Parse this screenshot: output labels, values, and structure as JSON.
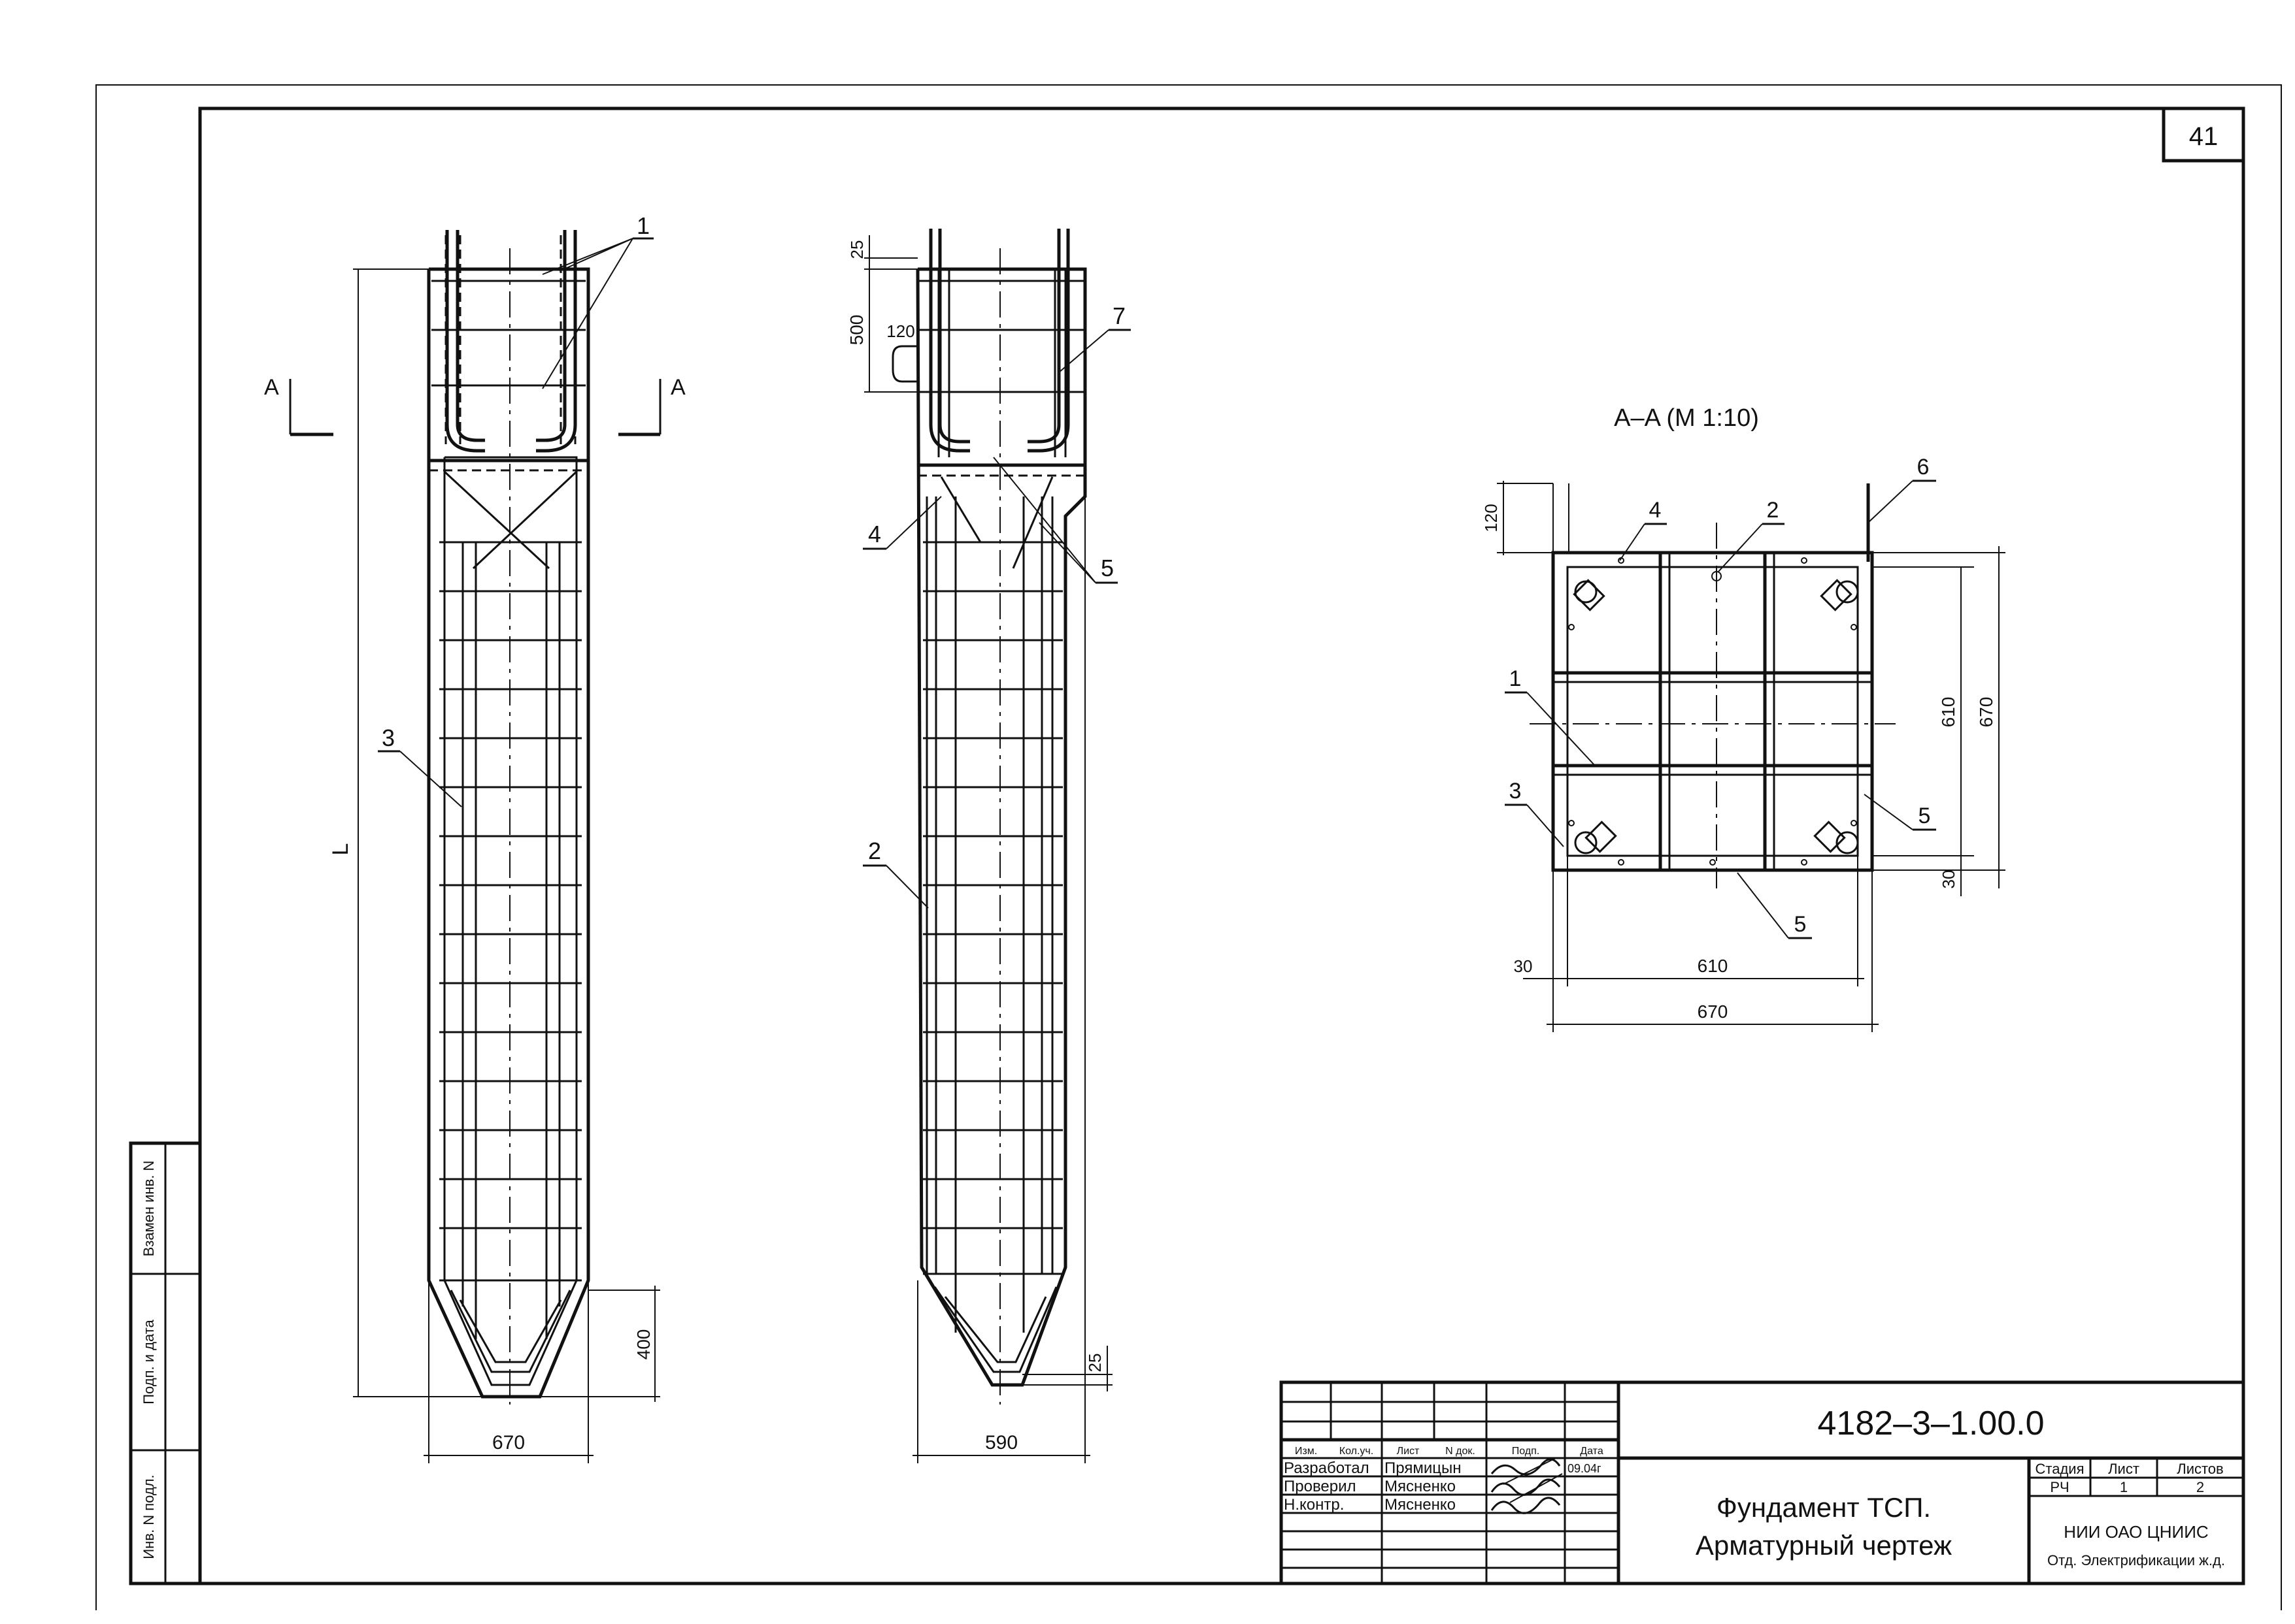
{
  "sheet": {
    "number": "41"
  },
  "left_view": {
    "callouts": {
      "c1": "1",
      "c3": "3"
    },
    "section_mark": "A",
    "length_label": "L",
    "width_label": "670",
    "tip_height": "400"
  },
  "middle_view": {
    "callouts": {
      "c2": "2",
      "c4": "4",
      "c5": "5",
      "c7": "7"
    },
    "top_offset": "25",
    "loop_height": "500",
    "loop_offset": "120",
    "bottom_offset": "25",
    "width_label": "590"
  },
  "section_view": {
    "title": "A–A (M 1:10)",
    "callouts": {
      "c1": "1",
      "c2": "2",
      "c3": "3",
      "c4": "4",
      "c5a": "5",
      "c5b": "5",
      "c6": "6"
    },
    "dims": {
      "top_120": "120",
      "right_610": "610",
      "right_670": "670",
      "right_30": "30",
      "bottom_30": "30",
      "bottom_610": "610",
      "bottom_670": "670"
    }
  },
  "side_stamp": {
    "top": "Взамен инв. N",
    "middle": "Подп. и дата",
    "bottom": "Инв. N подл."
  },
  "title_block": {
    "code": "4182–3–1.00.0",
    "headers": [
      "Изм.",
      "Кол.уч.",
      "Лист",
      "N док.",
      "Подп.",
      "Дата"
    ],
    "rows": [
      {
        "role": "Разработал",
        "name": "Прямицын",
        "date": "09.04г"
      },
      {
        "role": "Проверил",
        "name": "Мясненко",
        "date": ""
      },
      {
        "role": "Н.контр.",
        "name": "Мясненко",
        "date": ""
      }
    ],
    "description_line1": "Фундамент ТСП.",
    "description_line2": "Арматурный чертеж",
    "stage_label": "Стадия",
    "sheet_label": "Лист",
    "sheets_label": "Листов",
    "stage_value": "РЧ",
    "sheet_value": "1",
    "sheets_value": "2",
    "org_line1": "НИИ ОАО ЦНИИС",
    "org_line2": "Отд. Электрификации ж.д."
  }
}
